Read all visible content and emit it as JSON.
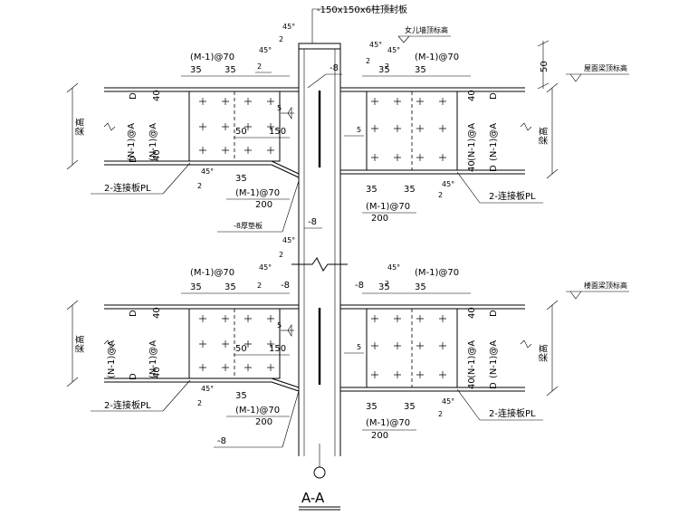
{
  "top_cap_label": "-150x150x6柱顶封板",
  "parapet_label": "女儿墙顶标高",
  "roof_beam_label": "屋面梁顶标高",
  "floor_beam_label": "楼面梁顶标高",
  "dim_50": "50",
  "beam_height": "梁高",
  "weld_45": "45°",
  "weld_2": "2",
  "weld_4": "4",
  "bolt_m70": "(M-1)@70",
  "bolt_na": "(N-1)@A",
  "dim_35": "35",
  "dim_40": "40",
  "dim_D": "D",
  "dim_150": "150",
  "dim_200": "200",
  "dim_5": "5",
  "dim_50s": "50",
  "plate_8": "-8",
  "stiffener_label": "-8厚垫板",
  "splice_plate_label": "2-连接板PL",
  "section_title": "A-A"
}
